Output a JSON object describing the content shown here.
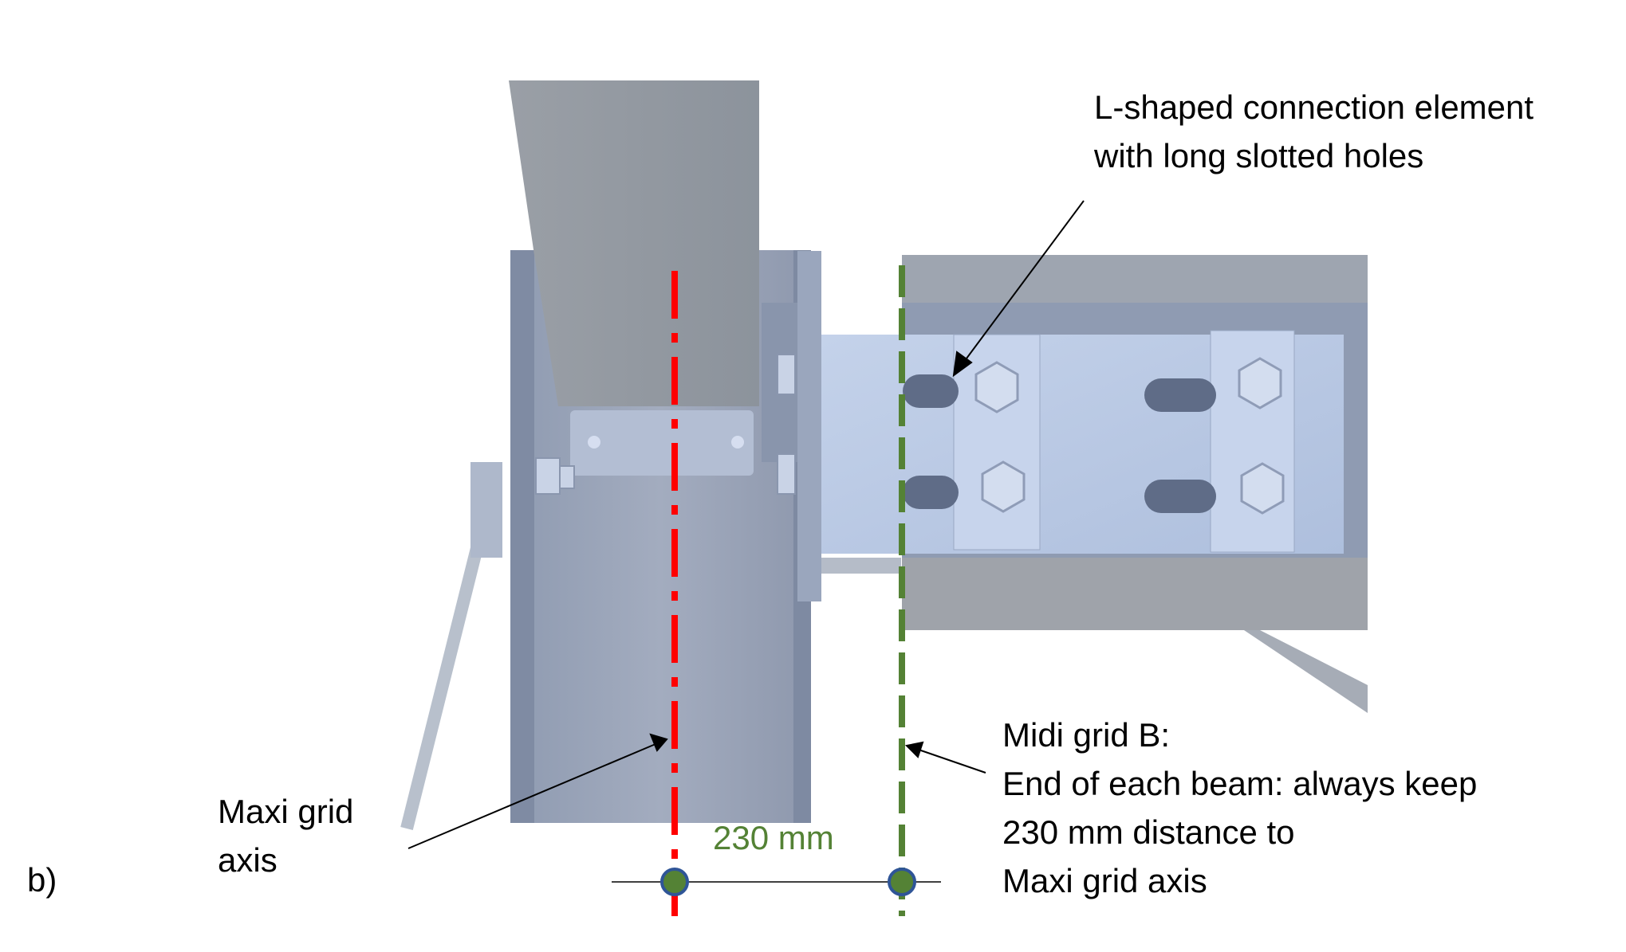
{
  "panel_label": "b)",
  "labels": {
    "connection_element": [
      "L-shaped connection element",
      "with long slotted holes"
    ],
    "maxi_axis": [
      "Maxi grid",
      "axis"
    ],
    "midi_grid": [
      "Midi grid B:",
      "End of each beam: always keep",
      "230 mm distance to",
      "Maxi grid axis"
    ],
    "dimension": "230 mm"
  },
  "colors": {
    "maxi_axis": "#ff0000",
    "midi_axis": "#548235",
    "steel": "#a9b4c8"
  }
}
